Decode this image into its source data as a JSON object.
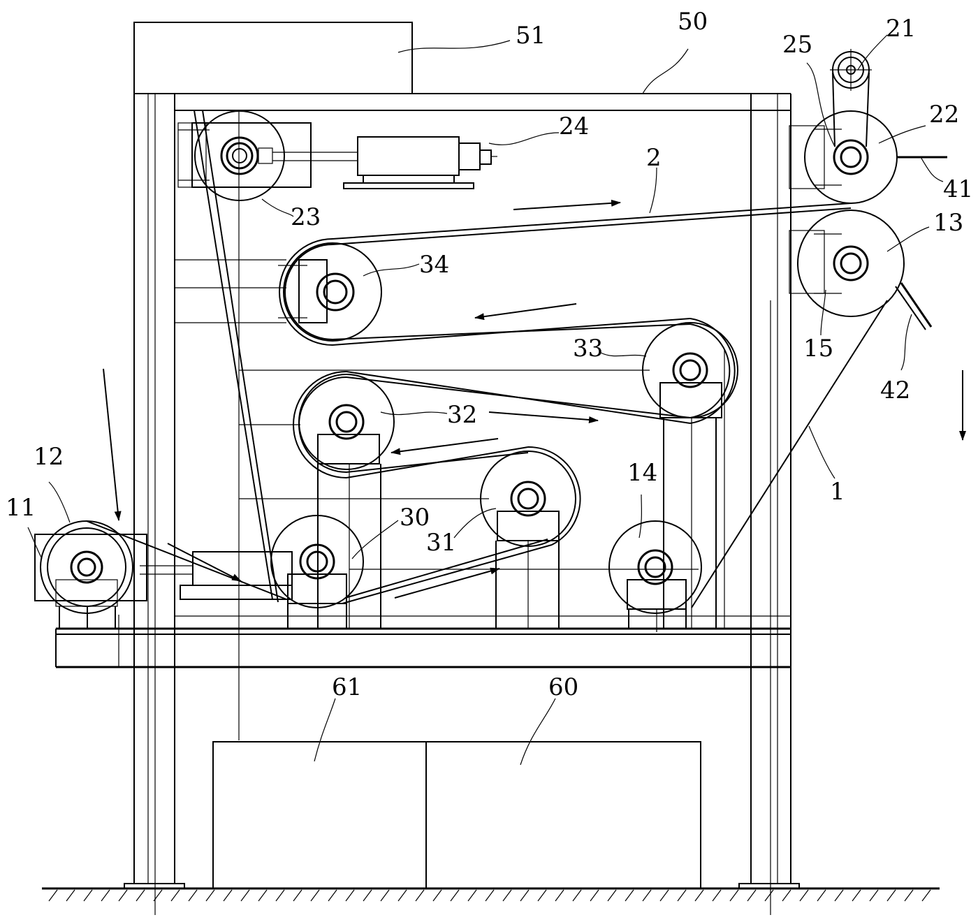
{
  "labels": {
    "l1": "1",
    "l2": "2",
    "l11": "11",
    "l12": "12",
    "l13": "13",
    "l14": "14",
    "l15": "15",
    "l21": "21",
    "l22": "22",
    "l23": "23",
    "l24": "24",
    "l25": "25",
    "l30": "30",
    "l31": "31",
    "l32": "32",
    "l33": "33",
    "l34": "34",
    "l41": "41",
    "l42": "42",
    "l50": "50",
    "l51": "51",
    "l60": "60",
    "l61": "61"
  }
}
